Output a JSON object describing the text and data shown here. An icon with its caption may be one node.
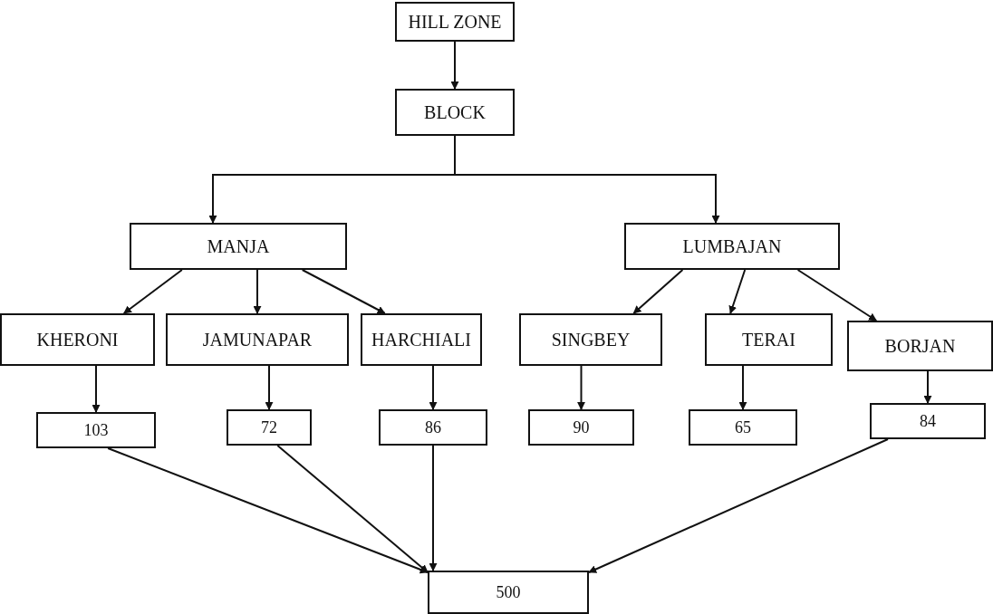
{
  "diagram": {
    "nodes": [
      {
        "text": [
          "HILL ZONE"
        ]
      },
      {
        "text": [
          "BLOCK"
        ]
      },
      {
        "text": [
          "MANJA"
        ]
      },
      {
        "text": [
          "LUMBAJAN"
        ]
      },
      {
        "text": [
          "KHERONI"
        ]
      },
      {
        "text": [
          "JAMUNAPAR"
        ]
      },
      {
        "text": [
          "HARCHIALI"
        ]
      },
      {
        "text": [
          "SINGBEY"
        ]
      },
      {
        "text": [
          "TERAI"
        ]
      },
      {
        "text": [
          "BORJAN"
        ]
      },
      {
        "text": [
          "103"
        ]
      },
      {
        "text": [
          "72"
        ]
      },
      {
        "text": [
          "86"
        ]
      },
      {
        "text": [
          "90"
        ]
      },
      {
        "text": [
          "65"
        ]
      },
      {
        "text": [
          "84"
        ]
      },
      {
        "text": [
          "500"
        ]
      }
    ],
    "edges": [
      {
        "from": 0,
        "to": 1,
        "arrow": "to"
      },
      {
        "from": 1,
        "to": 2,
        "arrow": "to"
      },
      {
        "from": 1,
        "to": 3,
        "arrow": "to"
      },
      {
        "from": 2,
        "to": 4,
        "arrow": "to"
      },
      {
        "from": 2,
        "to": 5,
        "arrow": "to"
      },
      {
        "from": 2,
        "to": 6,
        "arrow": "to"
      },
      {
        "from": 3,
        "to": 7,
        "arrow": "to"
      },
      {
        "from": 3,
        "to": 8,
        "arrow": "to"
      },
      {
        "from": 3,
        "to": 9,
        "arrow": "to"
      },
      {
        "from": 4,
        "to": 10,
        "arrow": "to"
      },
      {
        "from": 5,
        "to": 11,
        "arrow": "to"
      },
      {
        "from": 6,
        "to": 12,
        "arrow": "to"
      },
      {
        "from": 7,
        "to": 13,
        "arrow": "to"
      },
      {
        "from": 8,
        "to": 14,
        "arrow": "to"
      },
      {
        "from": 9,
        "to": 15,
        "arrow": "to"
      },
      {
        "from": 10,
        "to": 16,
        "arrow": "to"
      },
      {
        "from": 11,
        "to": 16,
        "arrow": "to"
      },
      {
        "from": 12,
        "to": 16,
        "arrow": "to"
      },
      {
        "from": 15,
        "to": 16,
        "arrow": "to"
      }
    ]
  }
}
